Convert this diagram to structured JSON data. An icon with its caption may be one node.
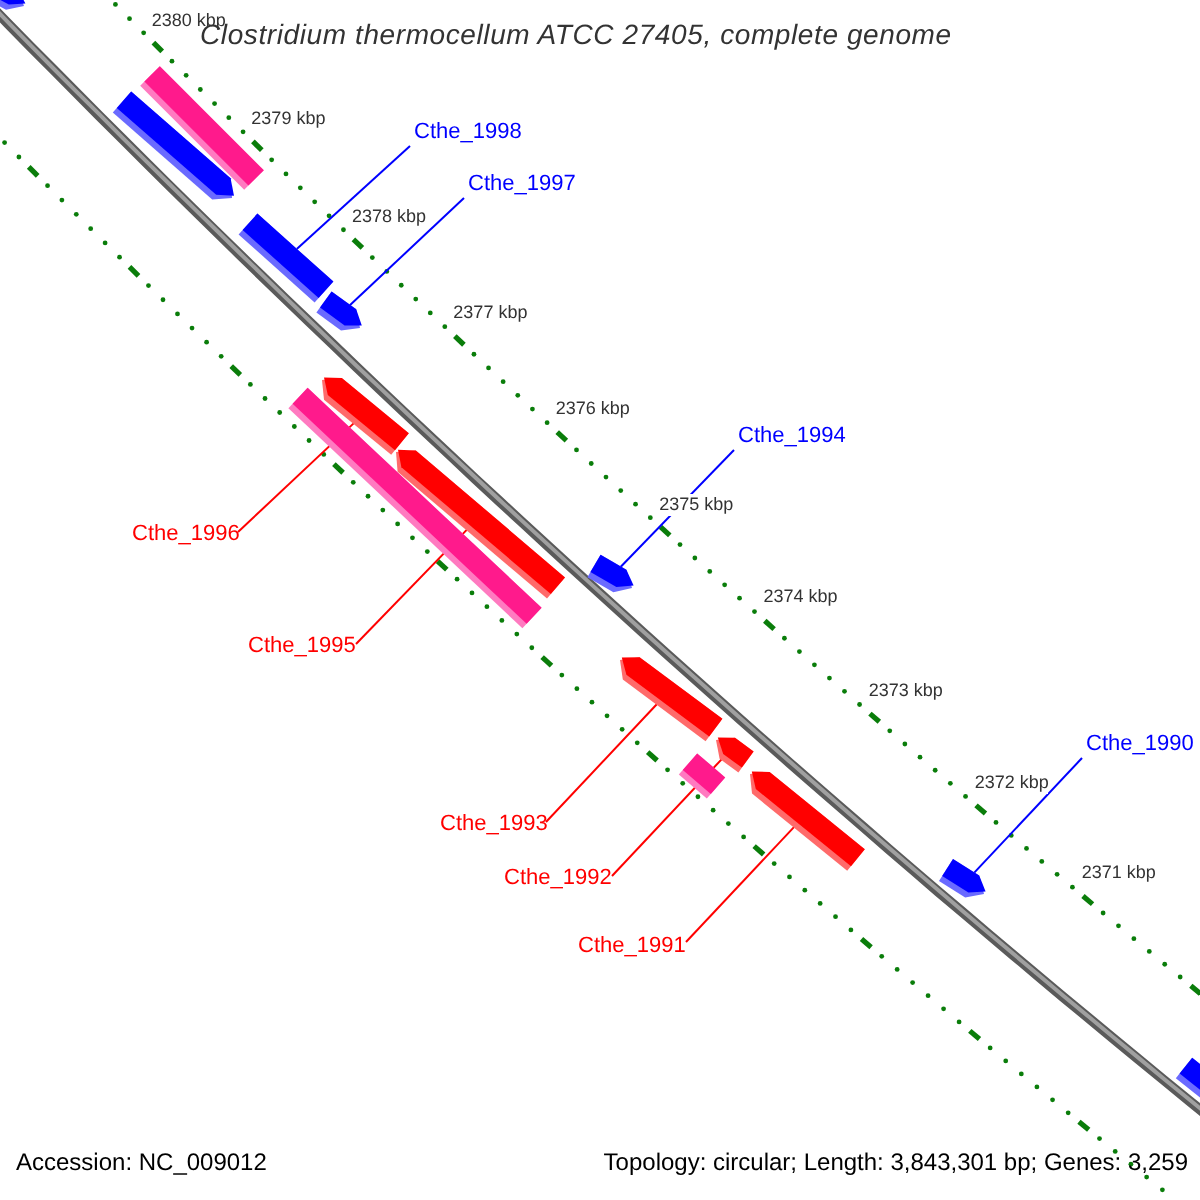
{
  "diagram": {
    "title": "Clostridium thermocellum ATCC 27405, complete genome",
    "nodes": [
      {
        "text": [
          "Cthe_1998"
        ]
      },
      {
        "text": [
          "Cthe_1997"
        ]
      },
      {
        "text": [
          "Cthe_1994"
        ]
      },
      {
        "text": [
          "Cthe_1996"
        ]
      },
      {
        "text": [
          "Cthe_1995"
        ]
      },
      {
        "text": [
          "Cthe_1990"
        ]
      },
      {
        "text": [
          "Cthe_1993"
        ]
      },
      {
        "text": [
          "Cthe_1992"
        ]
      },
      {
        "text": [
          "Cthe_1991"
        ]
      },
      {
        "text": [],
        "shape": "arrow"
      },
      {
        "text": [],
        "shape": "bar"
      },
      {
        "text": [],
        "shape": "arrow"
      },
      {
        "text": [],
        "shape": "bar"
      },
      {
        "text": [],
        "shape": "arrow"
      },
      {
        "text": [],
        "shape": "arrow"
      },
      {
        "text": [],
        "shape": "arrow"
      },
      {
        "text": [],
        "shape": "bar"
      },
      {
        "text": [],
        "shape": "arrow"
      },
      {
        "text": [],
        "shape": "arrow"
      },
      {
        "text": [],
        "shape": "arrow"
      },
      {
        "text": [],
        "shape": "bar"
      },
      {
        "text": [],
        "shape": "arrow"
      },
      {
        "text": [],
        "shape": "arrow"
      },
      {
        "text": [],
        "shape": "arrow"
      }
    ],
    "edges": [
      {
        "from": 0,
        "to": 12,
        "arrow": "none",
        "color": "#0000ff"
      },
      {
        "from": 1,
        "to": 13,
        "arrow": "none",
        "color": "#0000ff"
      },
      {
        "from": 2,
        "to": 17,
        "arrow": "none",
        "color": "#0000ff"
      },
      {
        "from": 3,
        "to": 14,
        "arrow": "none"
      },
      {
        "from": 4,
        "to": 15,
        "arrow": "none"
      },
      {
        "from": 5,
        "to": 22,
        "arrow": "none",
        "color": "#0000ff"
      },
      {
        "from": 6,
        "to": 18,
        "arrow": "none"
      },
      {
        "from": 7,
        "to": 19,
        "arrow": "none"
      },
      {
        "from": 8,
        "to": 21,
        "arrow": "none"
      }
    ],
    "labels": [
      "2380 kbp",
      "2379 kbp",
      "2378 kbp",
      "2377 kbp",
      "2376 kbp",
      "2375 kbp",
      "2374 kbp",
      "2373 kbp",
      "2372 kbp",
      "2371 kbp",
      "Accession: NC_009012",
      "Topology: circular; Length: 3,843,301 bp; Genes: 3,259"
    ]
  }
}
